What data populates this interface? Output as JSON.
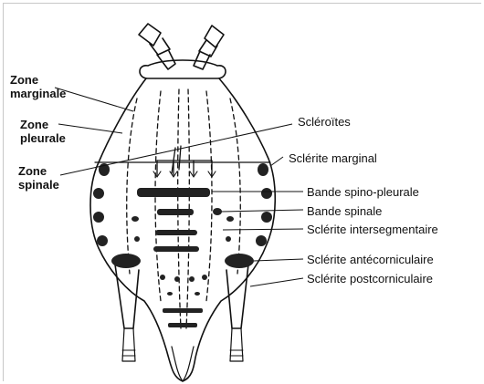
{
  "labels": {
    "zone_marginale_1": "Zone",
    "zone_marginale_2": "marginale",
    "zone_pleurale_1": "Zone",
    "zone_pleurale_2": "pleurale",
    "zone_spinale_1": "Zone",
    "zone_spinale_2": "spinale",
    "scleroites": "Scléroïtes",
    "sclerite_marginal": "Sclérite marginal",
    "bande_spino_pleurale": "Bande spino-pleurale",
    "bande_spinale": "Bande spinale",
    "sclerite_intersegmentaire": "Sclérite intersegmentaire",
    "sclerite_antecorniculaire": "Sclérite antécorniculaire",
    "sclerite_postcorniculaire": "Sclérite postcorniculaire"
  },
  "colors": {
    "ink": "#111111",
    "background": "#ffffff",
    "frame": "#c8c8c8"
  }
}
